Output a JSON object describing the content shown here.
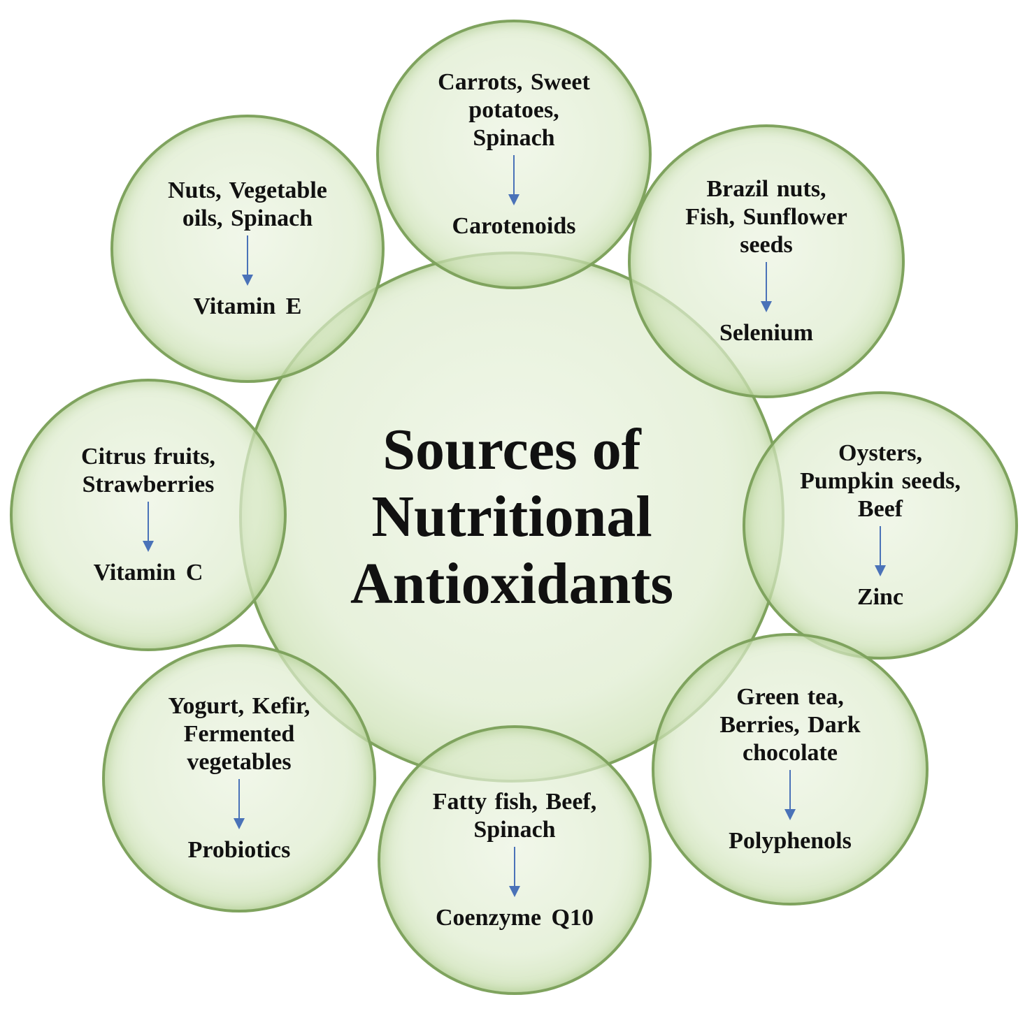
{
  "title": "Sources of\nNutritional\nAntioxidants",
  "colors": {
    "bubble_border": "#7fa35e",
    "bubble_fill": "#dcebcb",
    "arrow": "#4a72b8",
    "text": "#111111"
  },
  "satellites": [
    {
      "id": "carotenoids",
      "sources": "Carrots, Sweet\npotatoes,\nSpinach",
      "nutrient": "Carotenoids"
    },
    {
      "id": "selenium",
      "sources": "Brazil nuts,\nFish, Sunflower\nseeds",
      "nutrient": "Selenium"
    },
    {
      "id": "zinc",
      "sources": "Oysters,\nPumpkin seeds,\nBeef",
      "nutrient": "Zinc"
    },
    {
      "id": "polyphenols",
      "sources": "Green tea,\nBerries, Dark\nchocolate",
      "nutrient": "Polyphenols"
    },
    {
      "id": "coenzyme-q10",
      "sources": "Fatty fish, Beef,\nSpinach",
      "nutrient": "Coenzyme Q10"
    },
    {
      "id": "probiotics",
      "sources": "Yogurt, Kefir,\nFermented\nvegetables",
      "nutrient": "Probiotics"
    },
    {
      "id": "vitamin-c",
      "sources": "Citrus fruits,\nStrawberries",
      "nutrient": "Vitamin C"
    },
    {
      "id": "vitamin-e",
      "sources": "Nuts, Vegetable\noils, Spinach",
      "nutrient": "Vitamin E"
    }
  ]
}
